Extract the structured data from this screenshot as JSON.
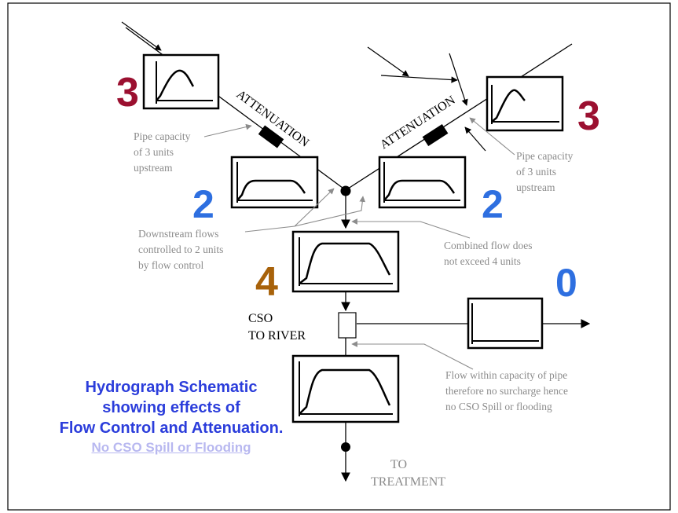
{
  "diagram": {
    "big_numbers": {
      "upstream_left": {
        "text": "3",
        "color": "#9b1030"
      },
      "upstream_right": {
        "text": "3",
        "color": "#9b1030"
      },
      "mid_left": {
        "text": "2",
        "color": "#2e6fe0"
      },
      "mid_right": {
        "text": "2",
        "color": "#2e6fe0"
      },
      "combined": {
        "text": "4",
        "color": "#a8620a"
      },
      "overflow": {
        "text": "0",
        "color": "#2e6fe0"
      }
    },
    "attenuation_left": "ATTENUATION",
    "attenuation_right": "ATTENUATION",
    "notes": {
      "pipe_capacity_left": [
        "Pipe capacity",
        "of 3 units",
        "upstream"
      ],
      "pipe_capacity_right": [
        "Pipe capacity",
        "of 3 units",
        "upstream"
      ],
      "downstream_flows": [
        "Downstream flows",
        "controlled to 2 units",
        "by flow control"
      ],
      "combined_flow": [
        "Combined flow does",
        "not exceed 4 units"
      ],
      "within_capacity": [
        "Flow within capacity of pipe",
        "therefore no surcharge hence",
        "no CSO Spill or flooding"
      ]
    },
    "cso_label": [
      "CSO",
      "TO RIVER"
    ],
    "treatment_label": [
      "TO",
      "TREATMENT"
    ],
    "title": [
      "Hydrograph Schematic",
      "showing effects of",
      "Flow Control and Attenuation."
    ],
    "subtitle": "No CSO Spill or Flooding",
    "colors": {
      "note_grey": "#8c8c8c",
      "title_blue": "#2b3ddb",
      "subtitle_blue": "#b8b8f0"
    }
  }
}
